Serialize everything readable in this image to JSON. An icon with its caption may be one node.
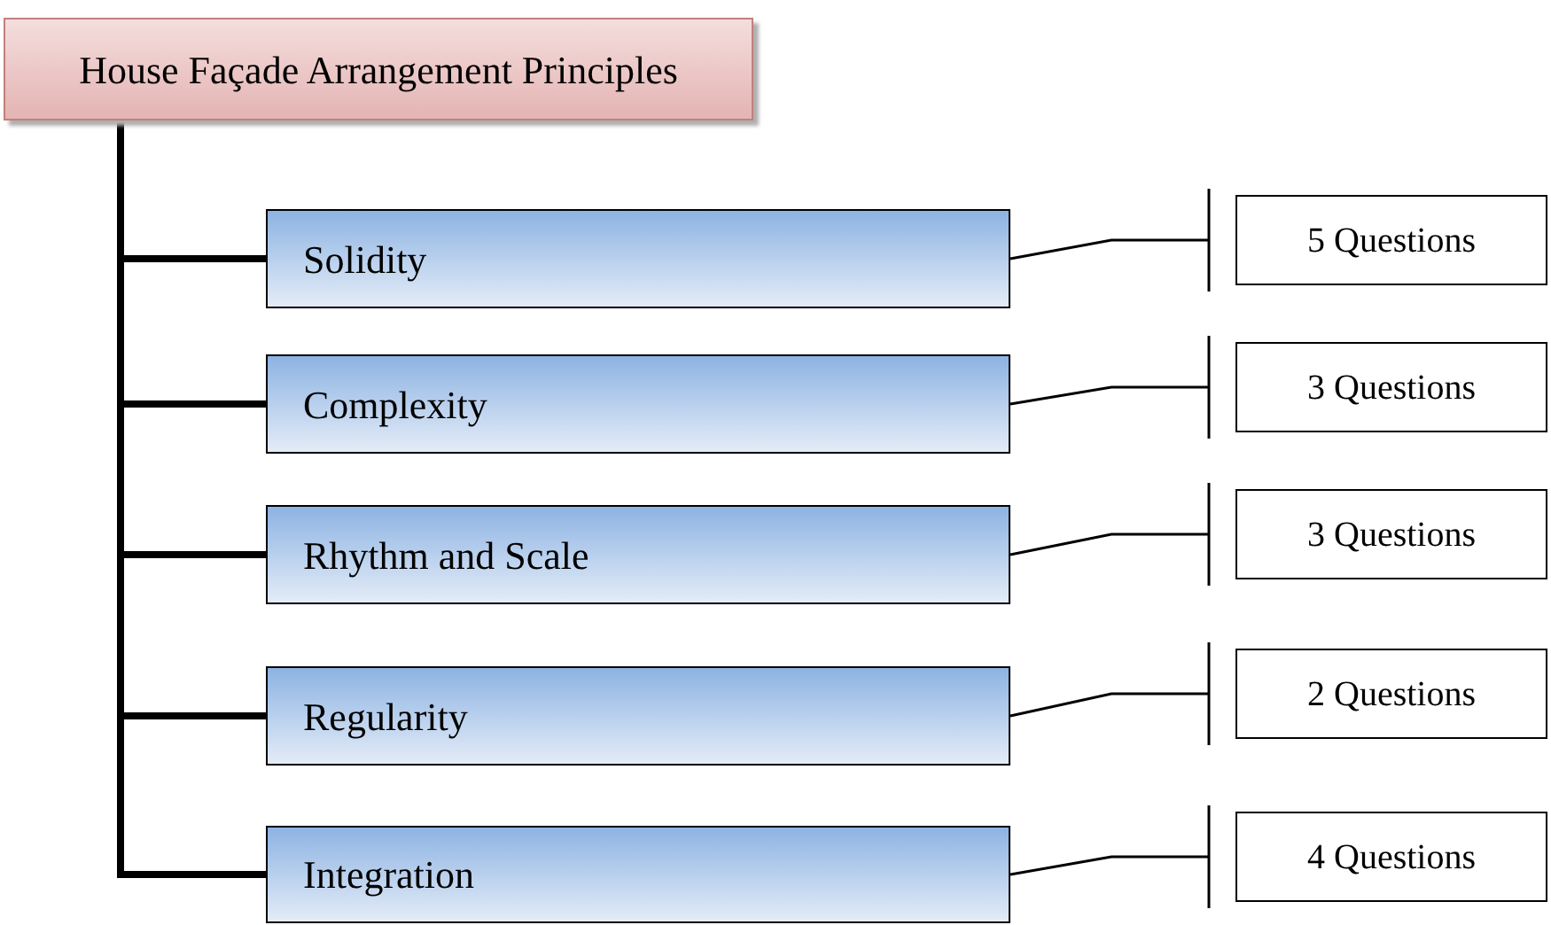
{
  "diagram": {
    "nodes": [
      {
        "text": [
          "House Façade Arrangement Principles"
        ]
      },
      {
        "text": [
          "Solidity"
        ]
      },
      {
        "text": [
          "5 Questions"
        ]
      },
      {
        "text": [
          "Complexity"
        ]
      },
      {
        "text": [
          "3 Questions"
        ]
      },
      {
        "text": [
          "Rhythm and Scale"
        ]
      },
      {
        "text": [
          "3 Questions"
        ]
      },
      {
        "text": [
          "Regularity"
        ]
      },
      {
        "text": [
          "2 Questions"
        ]
      },
      {
        "text": [
          "Integration"
        ]
      },
      {
        "text": [
          "4 Questions"
        ]
      }
    ],
    "edges": [
      {
        "from": 0,
        "to": 1,
        "arrow": "none",
        "style": "thick"
      },
      {
        "from": 0,
        "to": 3,
        "arrow": "none",
        "style": "thick"
      },
      {
        "from": 0,
        "to": 5,
        "arrow": "none",
        "style": "thick"
      },
      {
        "from": 0,
        "to": 7,
        "arrow": "none",
        "style": "thick"
      },
      {
        "from": 0,
        "to": 9,
        "arrow": "none",
        "style": "thick"
      },
      {
        "from": 1,
        "to": 2,
        "arrow": "other"
      },
      {
        "from": 3,
        "to": 4,
        "arrow": "other"
      },
      {
        "from": 5,
        "to": 6,
        "arrow": "other"
      },
      {
        "from": 7,
        "to": 8,
        "arrow": "other"
      },
      {
        "from": 9,
        "to": 10,
        "arrow": "other"
      }
    ]
  }
}
